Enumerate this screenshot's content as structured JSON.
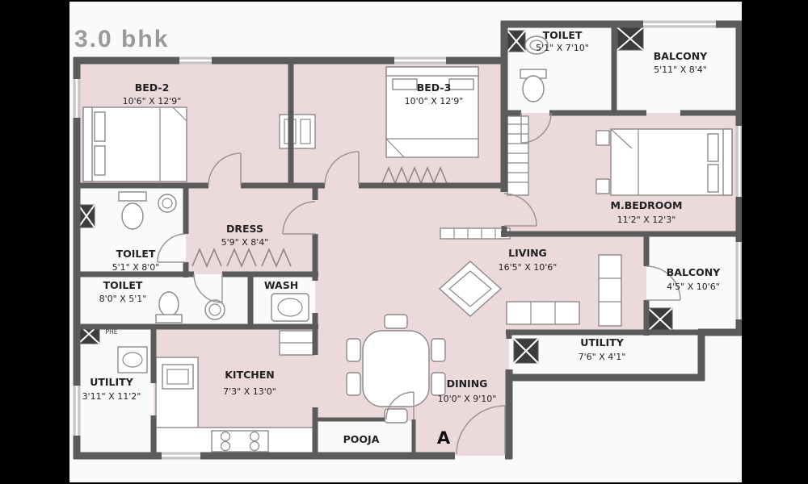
{
  "title": "3.0 bhk",
  "entry_marker": "A",
  "colors": {
    "letterbox": "#000000",
    "canvas": "#fbfafa",
    "room-fill": "#ecd9dc",
    "wall": "#5b5b5b",
    "window": "#c9c4c5",
    "furniture-stroke": "#8e8789",
    "furniture-fill": "#ffffff",
    "fixture-dark": "#3d3d3d",
    "label": "#212121",
    "title-color": "#9a9a9a"
  },
  "rooms": {
    "bed2": {
      "name": "BED-2",
      "dims": "10'6\" X 12'9\""
    },
    "bed3": {
      "name": "BED-3",
      "dims": "10'0\" X 12'9\""
    },
    "toilet_top": {
      "name": "TOILET",
      "dims": "5'1\" X 7'10\""
    },
    "balcony_top": {
      "name": "BALCONY",
      "dims": "5'11\" X 8'4\""
    },
    "master_bedroom": {
      "name": "M.BEDROOM",
      "dims": "11'2\" X 12'3\""
    },
    "dress": {
      "name": "DRESS",
      "dims": "5'9\" X 8'4\""
    },
    "toilet_mid": {
      "name": "TOILET",
      "dims": "5'1\" X 8'0\""
    },
    "toilet_lower": {
      "name": "TOILET",
      "dims": "8'0\" X 5'1\""
    },
    "wash": {
      "name": "WASH"
    },
    "living": {
      "name": "LIVING",
      "dims": "16'5\" X 10'6\""
    },
    "balcony_right": {
      "name": "BALCONY",
      "dims": "4'5\" X 10'6\""
    },
    "utility_right": {
      "name": "UTILITY",
      "dims": "7'6\" X 4'1\""
    },
    "utility_left": {
      "name": "UTILITY",
      "dims": "3'11\" X 11'2\""
    },
    "kitchen": {
      "name": "KITCHEN",
      "dims": "7'3\" X 13'0\""
    },
    "dining": {
      "name": "DINING",
      "dims": "10'0\" X 9'10\""
    },
    "pooja": {
      "name": "POOJA"
    }
  },
  "annotations": {
    "phe": "PHE"
  }
}
